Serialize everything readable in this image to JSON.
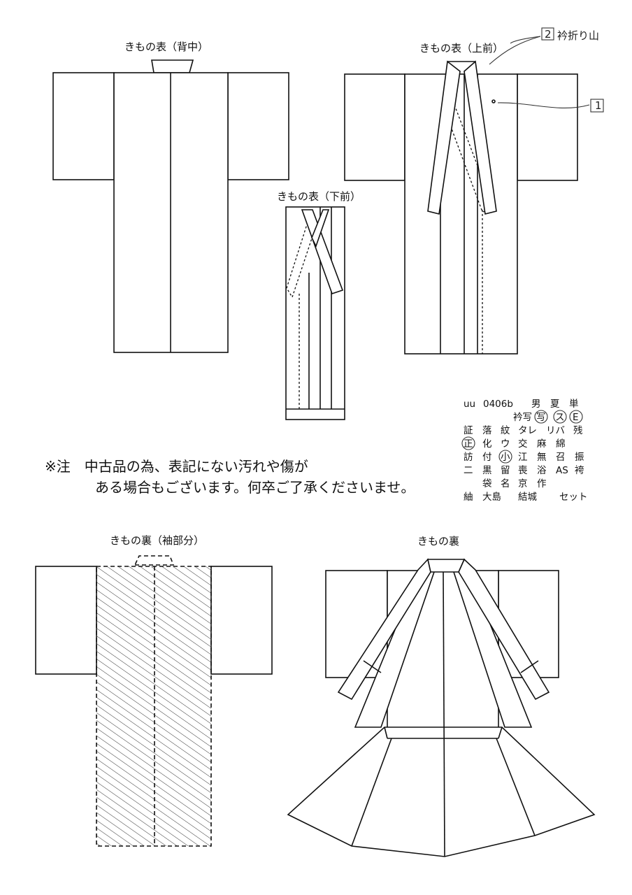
{
  "views": {
    "back_label": "きもの表（背中）",
    "upper_front_label": "きもの表（上前）",
    "lower_front_label": "きもの表（下前）",
    "lining_sleeve_label": "きもの裏（袖部分）",
    "lining_label": "きもの裏"
  },
  "callouts": {
    "c1_number": "1",
    "c2_number": "2",
    "c2_text": "衿折り山"
  },
  "code_block": {
    "row1": [
      "uu",
      "0406b",
      "男",
      "夏",
      "単"
    ],
    "row2": [
      "衿写",
      "写",
      "ス",
      "E"
    ],
    "row3": [
      "証",
      "落",
      "紋",
      "タレ",
      "リバ",
      "残"
    ],
    "row4": [
      "正",
      "化",
      "ウ",
      "交",
      "麻",
      "綿"
    ],
    "row5": [
      "訪",
      "付",
      "小",
      "江",
      "無",
      "召",
      "振"
    ],
    "row6": [
      "二",
      "黒",
      "留",
      "喪",
      "浴",
      "AS",
      "袴"
    ],
    "row7": [
      "袋",
      "名",
      "京",
      "作"
    ],
    "row8": [
      "紬",
      "大島",
      "結城",
      "セット"
    ]
  },
  "notice": {
    "line1": "※注　中古品の為、表記にない汚れや傷が",
    "line2": "ある場合もございます。何卒ご了承くださいませ。"
  }
}
